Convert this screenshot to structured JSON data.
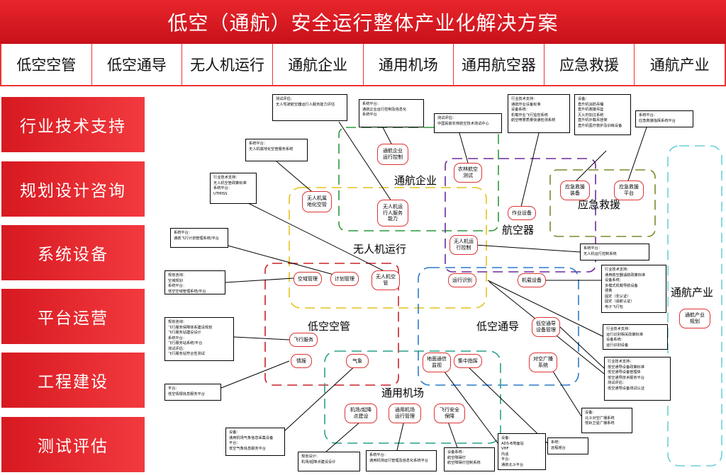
{
  "title": "低空（通航）安全运行整体产业化解决方案",
  "tabs": [
    "低空空管",
    "低空通导",
    "无人机运行",
    "通航企业",
    "通用机场",
    "通用航空器",
    "应急救援",
    "通航产业"
  ],
  "side_items": [
    "行业技术支持",
    "规划设计咨询",
    "系统设备",
    "平台运营",
    "工程建设",
    "测试评估"
  ],
  "zones": {
    "tonghang_qiye": "通航企业",
    "wurenji": "无人机运行",
    "hangkongqi": "航空器",
    "yingji": "应急救援",
    "dikong_kongguan": "低空空管",
    "dikong_tongdao": "低空通导",
    "tongyong_jichang": "通用机场",
    "tonghang_chanye": "通航产业"
  },
  "nodes": {
    "n1": "通航企业\n运行控制",
    "n2": "农林航空\n测试",
    "n3": "无人机属\n地化空管",
    "n4": "无人机运\n行人服务\n能力",
    "n5": "作业设备",
    "n6": "应急救援\n装备",
    "n7": "应急救援\n平台",
    "n8": "无人机运\n行控制",
    "n9": "空域管理",
    "n10": "计划管理",
    "n11": "无人机空\n管",
    "n12": "运行识别",
    "n13": "机载设备",
    "n14": "低空通导\n设备管理",
    "n15": "飞行服务",
    "n16": "情报",
    "n17": "气象",
    "n18": "地面通信\n监视",
    "n19": "集中指挥",
    "n20": "对空广播\n系统",
    "n21": "机场/起降\n点建设",
    "n22": "通用机场\n运行管理",
    "n23": "飞行安全\n保障",
    "n24": "通航产业\n规划"
  },
  "notes": {
    "a1": "测试评估：\n  无人驾驶航空器运行人服务能力评估",
    "a2": "系统平台：\n  通航企业运行控制及信息化\n系统平台",
    "a3": "测试评估：\n  中国民航农林航空技术测试中心",
    "a4": "行业技术支持：\n  通航作业设备标准\n设备系统：\n  机载作业飞行监控系统\n  航空喷雾质量快速检测系统",
    "a5": "设备：\n  直升机消防吊桶\n  直升机救援吊篮\n  灭火剂加注系统\n  直升机外载吊挂架\n  直升机医疗救护及训练设备",
    "a6": "系统平台：\n  应急救援指挥系统平台",
    "a7": "系统平台：\n  无人机属地化空管服务系统",
    "a8": "行业技术支持：\n  无人机空管政策标准\n系统平台：\n  UTMISS",
    "a9": "系统平台：\n  通航飞行计划管理系统/平台",
    "a10": "系统平台：\n  无人机运行控制系统",
    "a11": "规划咨询：\n  空域规划\n系统平台：\n  低空空域管理系统/平台",
    "a12": "行业技术支持：\n  通用航空器适航政策标准\n设备系统：\n  多模式机载导航设备\n  便携\n  固定（非认证）\n  固定（适航认证）\n  电子飞行包",
    "a13": "行业技术支持：\n  运行识别相关政策标准\n设备系统：\n  运行识别设备",
    "a14": "规划咨询：\n  飞行服务保障体系建设规划\n  飞行服务站建设设计\n系统平台：\n  飞行服务站系统/平台\n测试评估：\n  飞行服务站符合性测试",
    "a15": "行业技术支持：\n  低空通导设备政策标准\n  低空通导设备管理体\n  低空通导技术服务平台\n测试评估：\n  低空通导设备测试认证",
    "a16": "平台：\n  低空情报信息服务平台",
    "a17": "设备：\n  北斗对空广播系统\n  低轨卫星广播系统",
    "a18": "设备：\n  通用机场气象信息采集设备\n平台：\n  低空气象信息服务平台",
    "a19": "设备：\n  ADS-B地面站\n  VHF\n  内话\n平台：\n  通航北斗平台",
    "a20": "系统：\n  远程塔台",
    "a21": "规划设计：\n  机场/起降点建设设计",
    "a22": "系统平台：\n  通用机场运行管理及信息化系统平台",
    "a23": "设备系统：\n  航空障碍灯\n  航空障碍灯控制系统"
  }
}
